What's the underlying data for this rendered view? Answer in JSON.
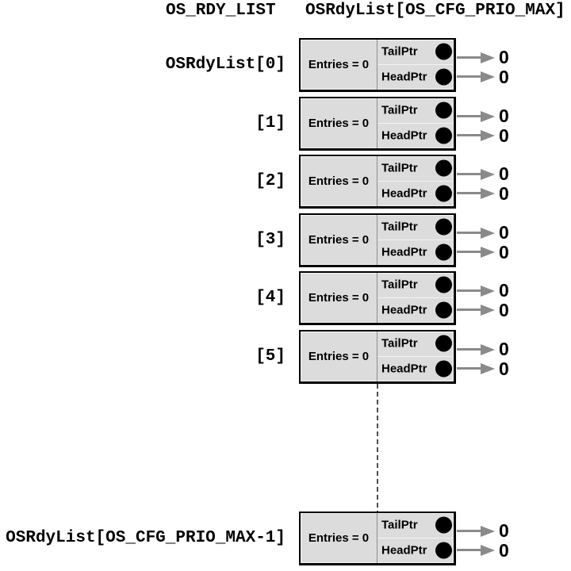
{
  "title": {
    "column_left": "OS_RDY_LIST",
    "column_right": "OSRdyList[OS_CFG_PRIO_MAX]"
  },
  "box_template": {
    "entries_label": "Entries = 0",
    "tail_label": "TailPtr",
    "head_label": "HeadPtr"
  },
  "rows": [
    {
      "label": "OSRdyList[0]",
      "tail_value": "0",
      "head_value": "0"
    },
    {
      "label": "[1]",
      "tail_value": "0",
      "head_value": "0"
    },
    {
      "label": "[2]",
      "tail_value": "0",
      "head_value": "0"
    },
    {
      "label": "[3]",
      "tail_value": "0",
      "head_value": "0"
    },
    {
      "label": "[4]",
      "tail_value": "0",
      "head_value": "0"
    },
    {
      "label": "[5]",
      "tail_value": "0",
      "head_value": "0"
    },
    {
      "label": "OSRdyList[OS_CFG_PRIO_MAX-1]",
      "tail_value": "0",
      "head_value": "0"
    }
  ],
  "icons": {
    "pointer_dot": "filled-circle ●",
    "arrow_head": "right-arrow ▶"
  },
  "connector": {
    "style": "vertical-dashed-line",
    "meaning": "elided array elements"
  },
  "colors": {
    "background": "#ffffff",
    "box_fill": "#dcdcdc",
    "box_border": "#000000",
    "divider": "#8c8c8c",
    "row_divider": "#f2f2f2",
    "arrow": "#8a8a8a",
    "pointer_dot": "#000000",
    "dashed_connector": "#4d4d4d",
    "text": "#000000"
  }
}
